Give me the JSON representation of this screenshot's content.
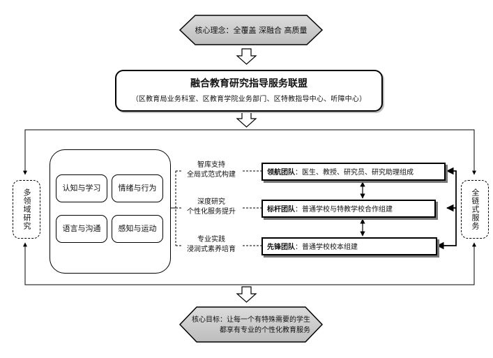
{
  "top_hex": {
    "text": "核心理念：全覆盖 深融合 高质量"
  },
  "alliance": {
    "title": "融合教育研究指导服务联盟",
    "subtitle": "（区教育局业务科室、区教育学院业务部门、区特教指导中心、听障中心）"
  },
  "left_side": {
    "text": "多领域研究"
  },
  "right_side": {
    "text": "全链式服务"
  },
  "skills": [
    "认知与学习",
    "情绪与行为",
    "语言与沟通",
    "感知与运动"
  ],
  "mid_labels": [
    {
      "line1": "智库支持",
      "line2": "全局式范式构建"
    },
    {
      "line1": "深度研究",
      "line2": "个性化服务提升"
    },
    {
      "line1": "专业实践",
      "line2": "浸润式素养培育"
    }
  ],
  "teams": [
    {
      "name": "领航团队",
      "desc": "：医生、教授、研究员、研究助理组成"
    },
    {
      "name": "标杆团队",
      "desc": "：普通学校与特教学校合作组建"
    },
    {
      "name": "先锋团队",
      "desc": "：普通学校校本组建"
    }
  ],
  "bottom_hex": {
    "line1": "核心目标：让每一个有特殊需要的学生",
    "line2": "都享有专业的个性化教育服务"
  }
}
